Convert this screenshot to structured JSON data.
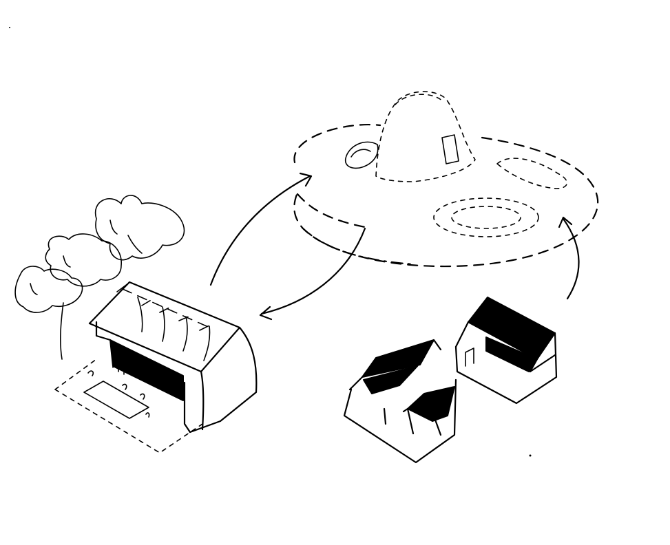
{
  "colors": {
    "ink": "#000000",
    "paper": "#ffffff"
  },
  "elements": {
    "clouds": "cloud-shapes",
    "left_building": "long-hall-building",
    "right_buildings": "gabled-roof-buildings",
    "landscape_disc": "dashed-landscape-disc",
    "arrows": [
      "arrow-left-to-disc",
      "arrow-disc-to-left",
      "arrow-right-to-disc"
    ]
  }
}
